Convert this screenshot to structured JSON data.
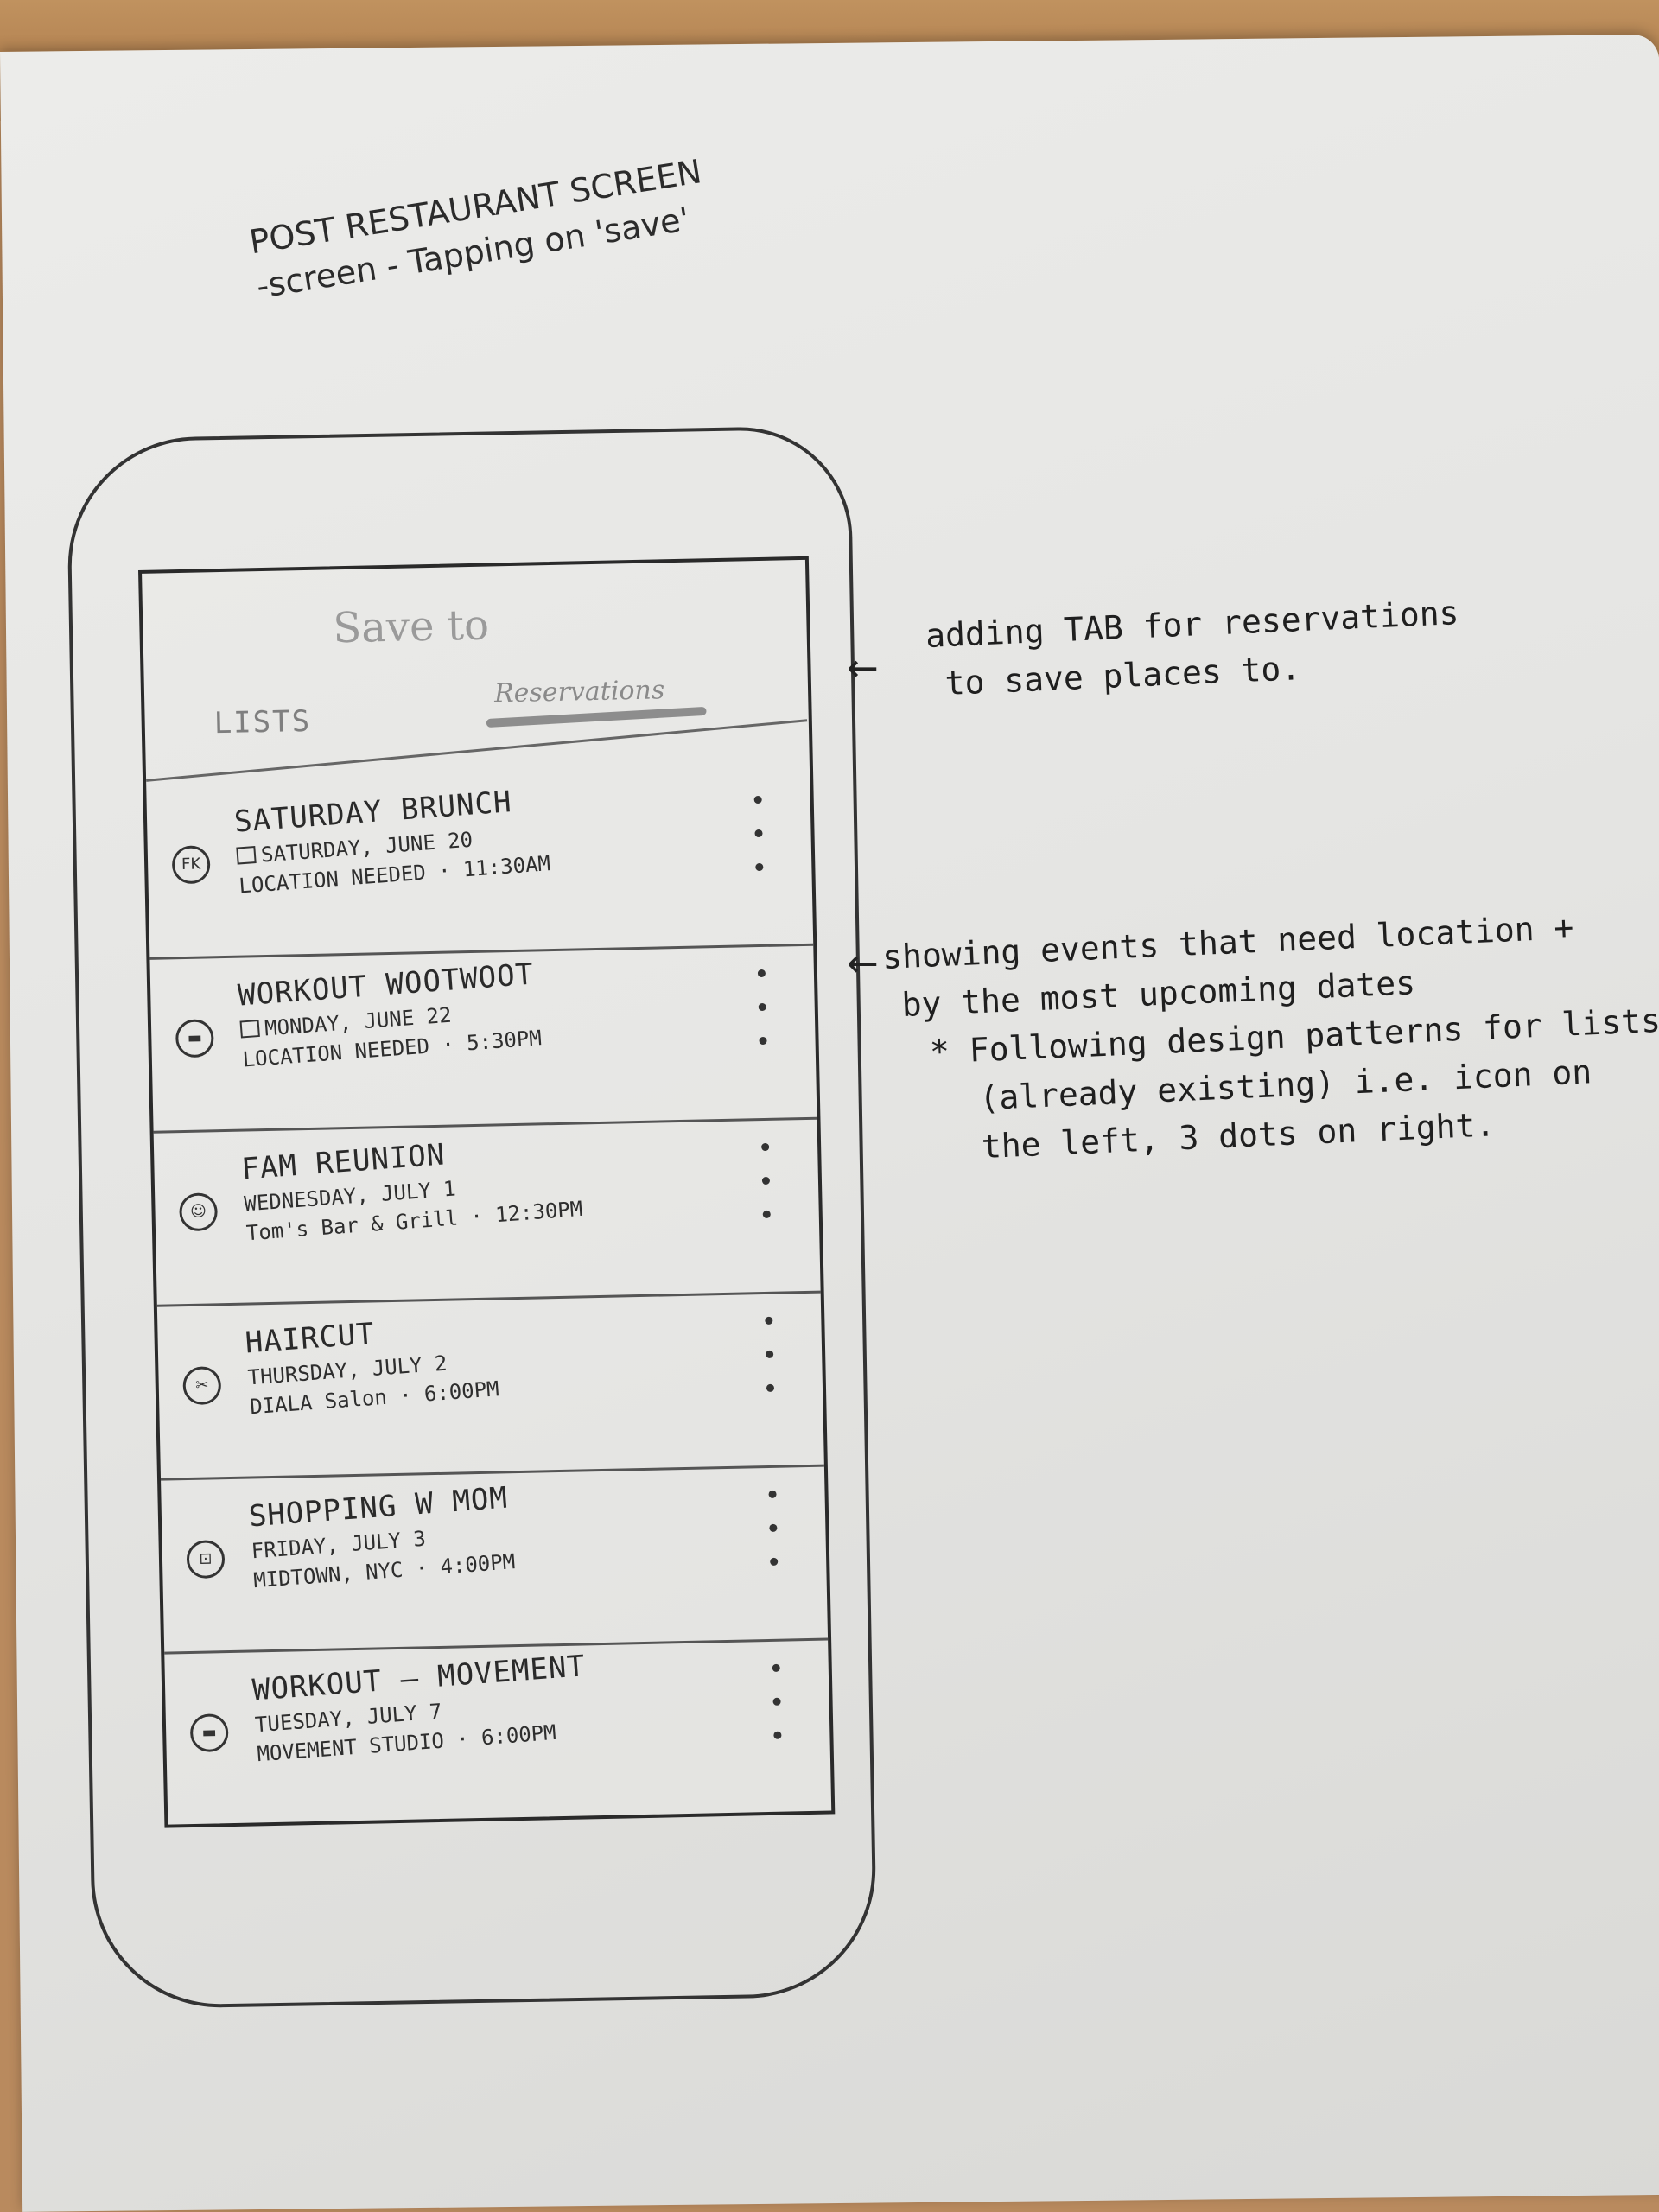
{
  "header_note": {
    "line1": "POST RESTAURANT SCREEN",
    "line2": "-screen - Tapping on 'save'"
  },
  "sheet": {
    "title": "Save to",
    "tabs": [
      {
        "label": "LISTS",
        "active": false
      },
      {
        "label": "Reservations",
        "active": true
      }
    ]
  },
  "events": [
    {
      "title": "SATURDAY BRUNCH",
      "date": "SATURDAY, JUNE 20",
      "detail": "LOCATION NEEDED · 11:30AM",
      "icon": "dining-icon",
      "icon_glyph": "FK",
      "show_calendar": true
    },
    {
      "title": "WORKOUT WOOTWOOT",
      "date": "MONDAY, JUNE 22",
      "detail": "LOCATION NEEDED · 5:30PM",
      "icon": "dumbbell-icon",
      "icon_glyph": "▬",
      "show_calendar": true
    },
    {
      "title": "FAM REUNION",
      "date": "WEDNESDAY, JULY 1",
      "detail": "Tom's Bar & Grill · 12:30PM",
      "icon": "people-icon",
      "icon_glyph": "☺",
      "show_calendar": false
    },
    {
      "title": "HAIRCUT",
      "date": "THURSDAY, JULY 2",
      "detail": "DIALA Salon · 6:00PM",
      "icon": "scissors-icon",
      "icon_glyph": "✂",
      "show_calendar": false
    },
    {
      "title": "SHOPPING W MOM",
      "date": "FRIDAY, JULY 3",
      "detail": "MIDTOWN, NYC · 4:00PM",
      "icon": "shopping-bag-icon",
      "icon_glyph": "⊡",
      "show_calendar": false
    },
    {
      "title": "WORKOUT — MOVEMENT",
      "date": "TUESDAY, JULY 7",
      "detail": "MOVEMENT STUDIO · 6:00PM",
      "icon": "dumbbell-icon",
      "icon_glyph": "▬",
      "show_calendar": false
    }
  ],
  "annotations": {
    "note1": {
      "arrow": "←",
      "line1": "adding TAB for reservations",
      "line2": "to save places to."
    },
    "note2": {
      "arrow": "←",
      "line1": "showing events that need location +",
      "line2": "by the most upcoming dates",
      "line3": "* Following design patterns for lists",
      "line4": "(already existing) i.e. icon on",
      "line5": "the left, 3 dots on right."
    }
  }
}
